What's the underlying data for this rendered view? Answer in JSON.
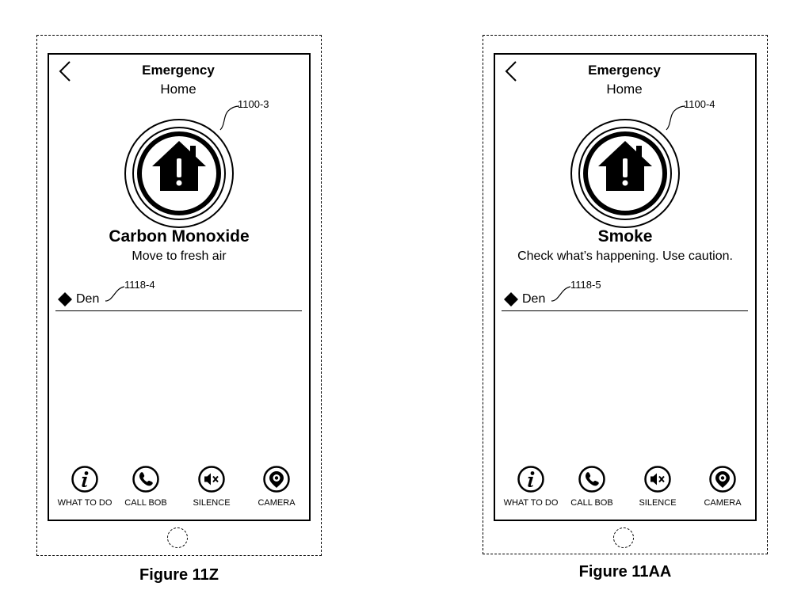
{
  "figures": [
    {
      "caption": "Figure 11Z",
      "header": {
        "title": "Emergency",
        "subtitle": "Home"
      },
      "icon_ref": "1100-3",
      "alarm": {
        "title": "Carbon Monoxide",
        "message": "Move to fresh air"
      },
      "location": {
        "name": "Den",
        "ref": "1118-4"
      },
      "actions": [
        {
          "label": "WHAT TO DO",
          "icon": "info-icon"
        },
        {
          "label": "CALL BOB",
          "icon": "phone-icon"
        },
        {
          "label": "SILENCE",
          "icon": "mute-icon"
        },
        {
          "label": "CAMERA",
          "icon": "camera-icon"
        }
      ]
    },
    {
      "caption": "Figure 11AA",
      "header": {
        "title": "Emergency",
        "subtitle": "Home"
      },
      "icon_ref": "1100-4",
      "alarm": {
        "title": "Smoke",
        "message": "Check what’s happening. Use caution."
      },
      "location": {
        "name": "Den",
        "ref": "1118-5"
      },
      "actions": [
        {
          "label": "WHAT TO DO",
          "icon": "info-icon"
        },
        {
          "label": "CALL BOB",
          "icon": "phone-icon"
        },
        {
          "label": "SILENCE",
          "icon": "mute-icon"
        },
        {
          "label": "CAMERA",
          "icon": "camera-icon"
        }
      ]
    }
  ]
}
